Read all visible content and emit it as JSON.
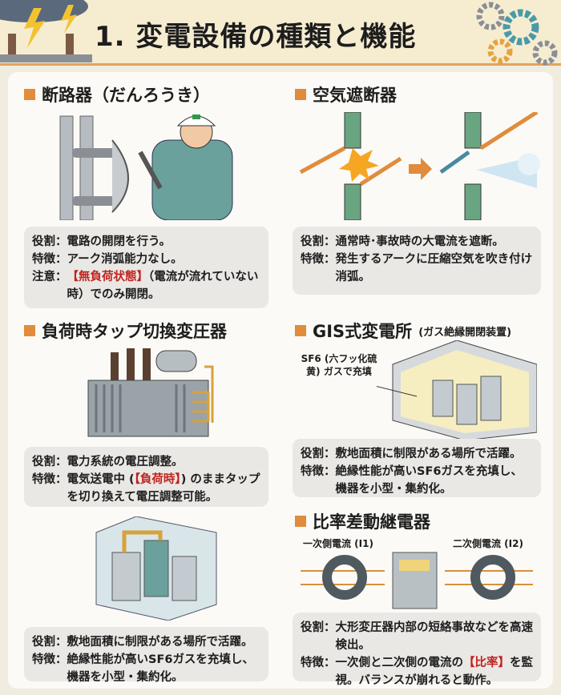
{
  "title": "1. 変電設備の種類と機能",
  "colon": "：",
  "sections": [
    {
      "heading": "断路器（だんろうき）",
      "role_label": "役割",
      "role": "電路の開閉を行う。",
      "feature_label": "特徴",
      "feature": "アーク消弧能力なし。",
      "note_label": "注意",
      "note_highlight": "【無負荷状態】",
      "note_rest": "（電流が流れていない時）でのみ開閉。"
    },
    {
      "heading": "空気遮断器",
      "role_label": "役割",
      "role": "通常時･事故時の大電流を遮断。",
      "feature_label": "特徴",
      "feature": "発生するアークに圧縮空気を吹き付け消弧。"
    },
    {
      "heading": "負荷時タップ切換変圧器",
      "role_label": "役割",
      "role": "電力系統の電圧調整。",
      "feature_label": "特徴",
      "feature_pre": "電気送電中 (",
      "feature_highlight": "【負荷時】",
      "feature_post": ") のままタップを切り換えて電圧調整可能。"
    },
    {
      "heading": "GIS式変電所",
      "heading_sub": "(ガス絶縁開閉装置)",
      "callout": "SF6 (六フッ化硫黄) ガスで充填",
      "role_label": "役割",
      "role": "敷地面積に制限がある場所で活躍。",
      "feature_label": "特徴",
      "feature": "絶縁性能が高いSF6ガスを充填し、機器を小型・集約化。"
    },
    {
      "role_label": "役割",
      "role": "敷地面積に制限がある場所で活躍。",
      "feature_label": "特徴",
      "feature": "絶縁性能が高いSF6ガスを充填し、機器を小型・集約化。"
    },
    {
      "heading": "比率差動継電器",
      "label_primary": "一次側電流 (I1)",
      "label_secondary": "二次側電流 (I2)",
      "role_label": "役割",
      "role": "大形変圧器内部の短絡事故などを高速検出。",
      "feature_label": "特徴",
      "feature_pre": "一次側と二次側の電流の",
      "feature_highlight": "【比率】",
      "feature_post": "を監視。バランスが崩れると動作。"
    }
  ],
  "colors": {
    "accent": "#e08c3c",
    "highlight": "#c0231e",
    "box": "#e9e8e5"
  }
}
